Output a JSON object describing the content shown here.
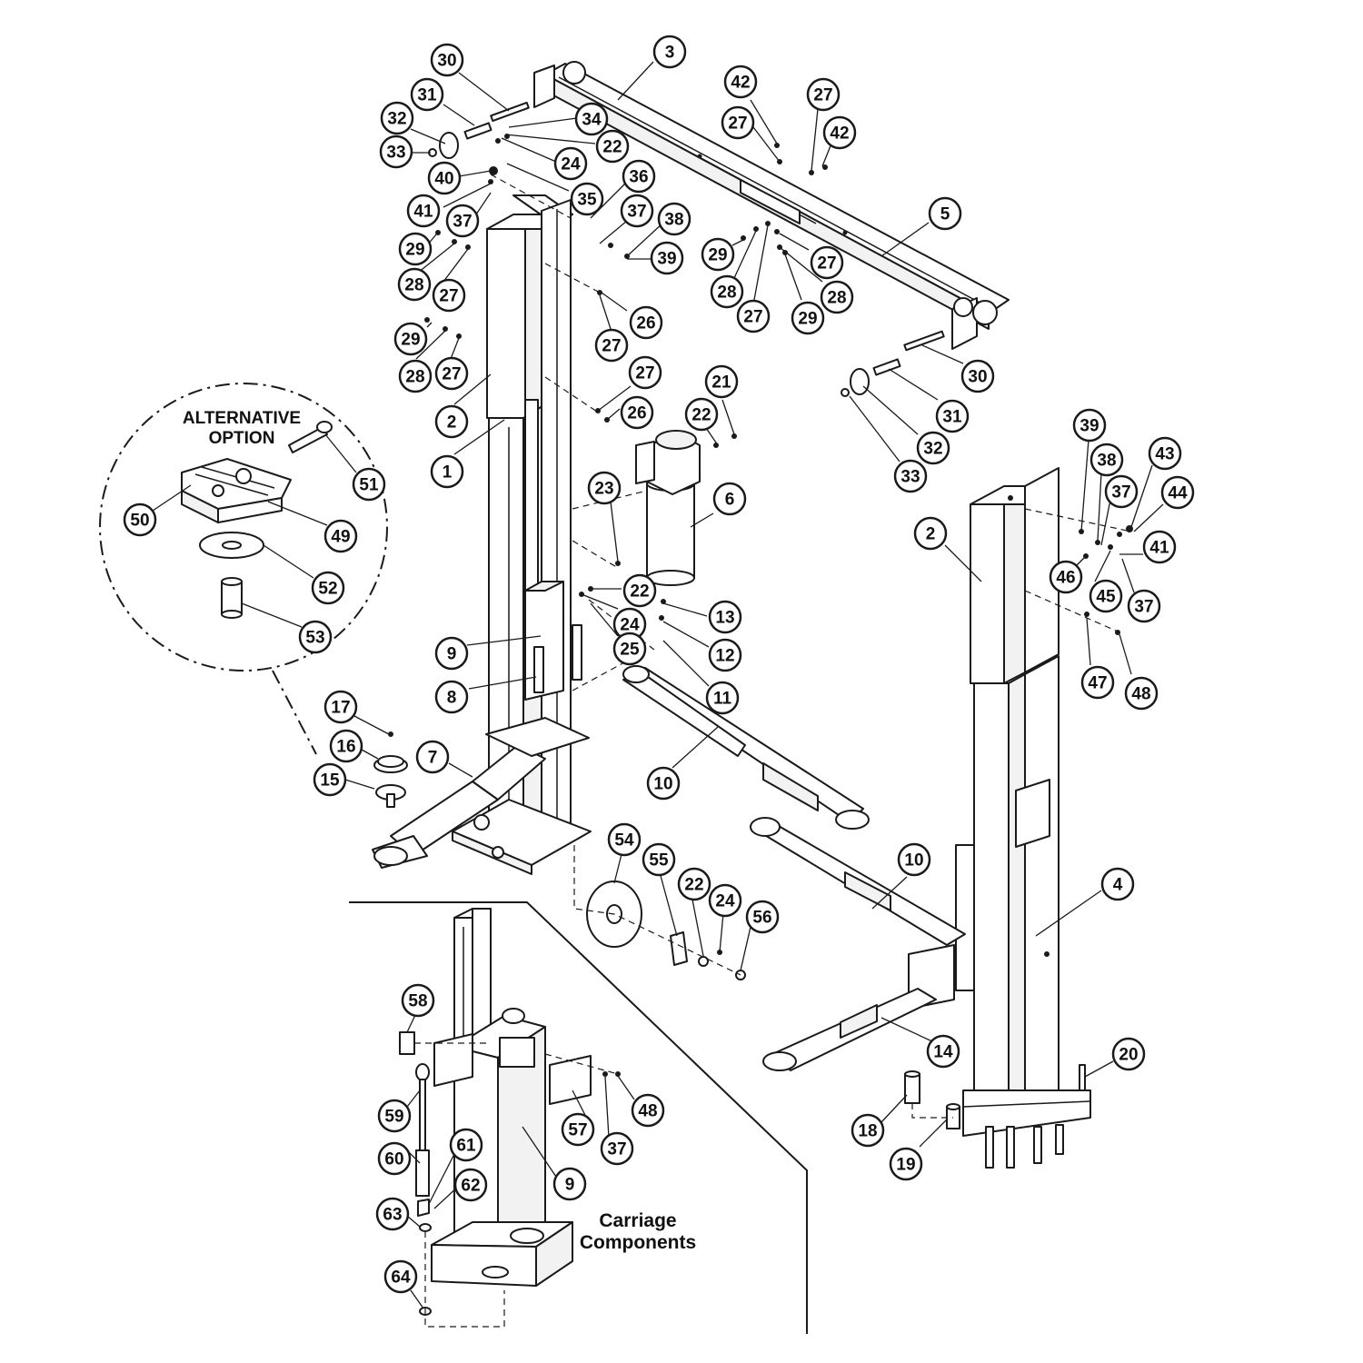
{
  "diagram": {
    "labels": {
      "alternative_option": [
        "ALTERNATIVE",
        "OPTION"
      ],
      "carriage_components": [
        "Carriage",
        "Components"
      ]
    },
    "callouts": [
      "30",
      "3",
      "31",
      "32",
      "33",
      "34",
      "22",
      "24",
      "40",
      "35",
      "36",
      "41",
      "37",
      "37",
      "38",
      "39",
      "29",
      "28",
      "27",
      "42",
      "27",
      "27",
      "42",
      "5",
      "29",
      "28",
      "27",
      "27",
      "28",
      "29",
      "26",
      "27",
      "29",
      "28",
      "27",
      "27",
      "26",
      "2",
      "1",
      "21",
      "22",
      "30",
      "31",
      "32",
      "33",
      "39",
      "38",
      "37",
      "43",
      "44",
      "2",
      "41",
      "46",
      "45",
      "37",
      "47",
      "48",
      "23",
      "6",
      "22",
      "24",
      "25",
      "13",
      "12",
      "11",
      "9",
      "8",
      "10",
      "7",
      "17",
      "16",
      "15",
      "51",
      "50",
      "49",
      "52",
      "53",
      "54",
      "55",
      "22",
      "24",
      "56",
      "10",
      "4",
      "14",
      "20",
      "18",
      "19",
      "58",
      "48",
      "57",
      "37",
      "59",
      "60",
      "61",
      "62",
      "63",
      "9",
      "64"
    ]
  }
}
